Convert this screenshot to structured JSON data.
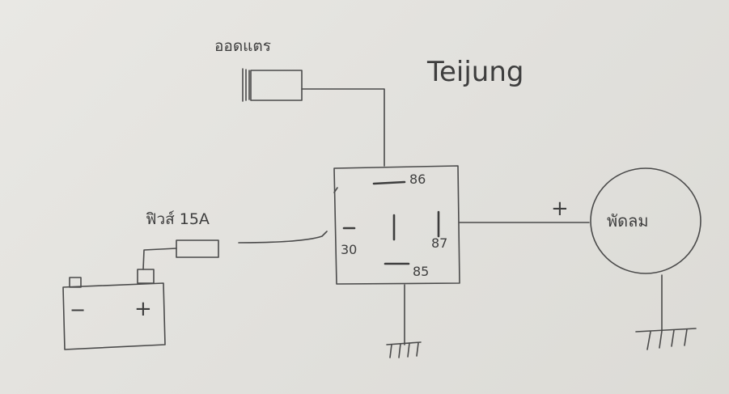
{
  "title": "Teijung",
  "labels": {
    "horn": "ออดแตร",
    "fuse": "ฟิวส์ 15A",
    "fan": "พัดลม",
    "plus_sign": "+",
    "battery_minus": "−",
    "battery_plus": "+"
  },
  "relay_pins": {
    "pin86": "86",
    "pin30": "30",
    "pin87": "87",
    "pin85": "85"
  }
}
